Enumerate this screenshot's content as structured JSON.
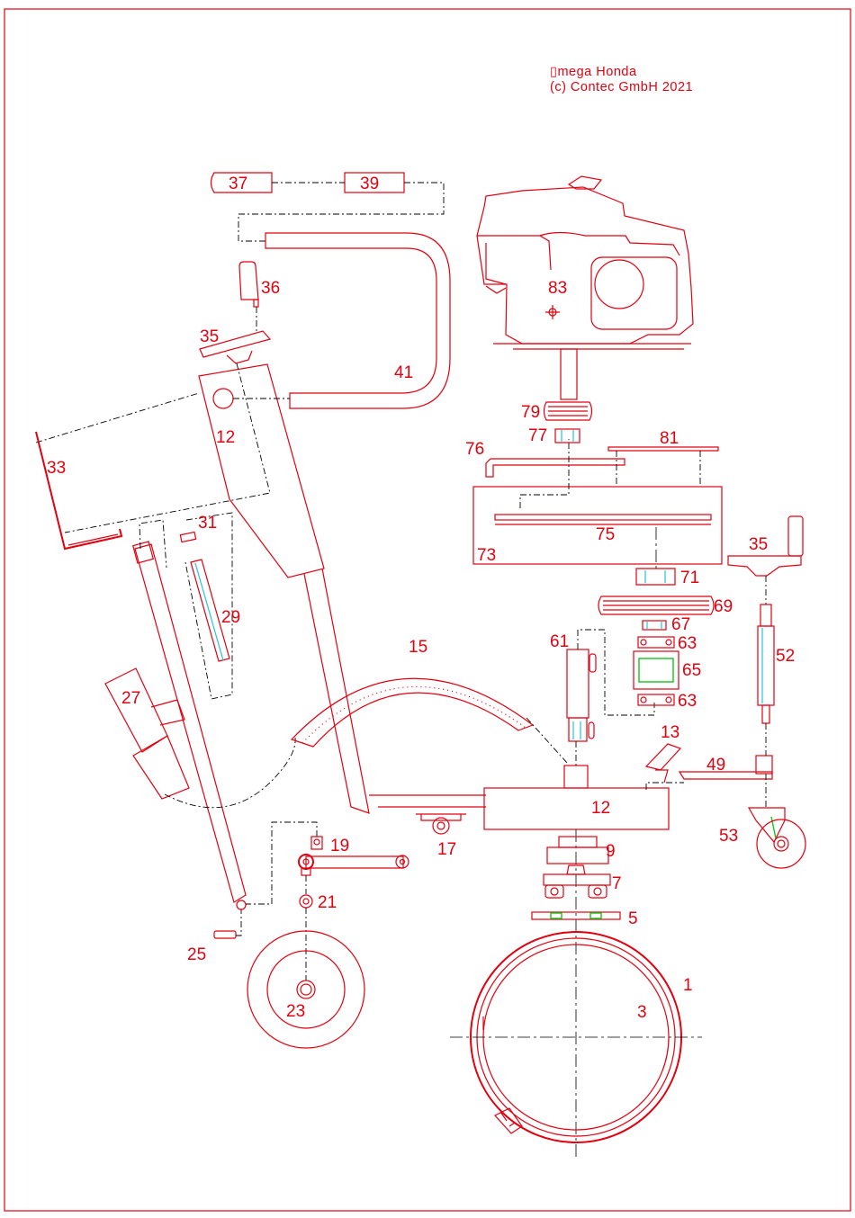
{
  "title_block": {
    "line1": "▯mega Honda",
    "line2": "(c) Contec GmbH 2021"
  },
  "part_labels": {
    "p1": "1",
    "p3": "3",
    "p5": "5",
    "p7": "7",
    "p9": "9",
    "p12_main": "12",
    "p12_upper": "12",
    "p13": "13",
    "p15": "15",
    "p17": "17",
    "p19": "19",
    "p21": "21",
    "p23": "23",
    "p25": "25",
    "p27": "27",
    "p29": "29",
    "p31": "31",
    "p33": "33",
    "p35_left": "35",
    "p35_right": "35",
    "p36": "36",
    "p37": "37",
    "p39": "39",
    "p41": "41",
    "p49": "49",
    "p52": "52",
    "p53": "53",
    "p61": "61",
    "p63_top": "63",
    "p63_bottom": "63",
    "p65": "65",
    "p67": "67",
    "p69": "69",
    "p71": "71",
    "p73": "73",
    "p75": "75",
    "p76": "76",
    "p77": "77",
    "p79": "79",
    "p81": "81",
    "p83": "83"
  },
  "colors": {
    "line": "#e3000f",
    "construction": "#000000",
    "accent_cyan": "#25c3d6",
    "accent_green": "#17c21f",
    "background": "#ffffff"
  }
}
